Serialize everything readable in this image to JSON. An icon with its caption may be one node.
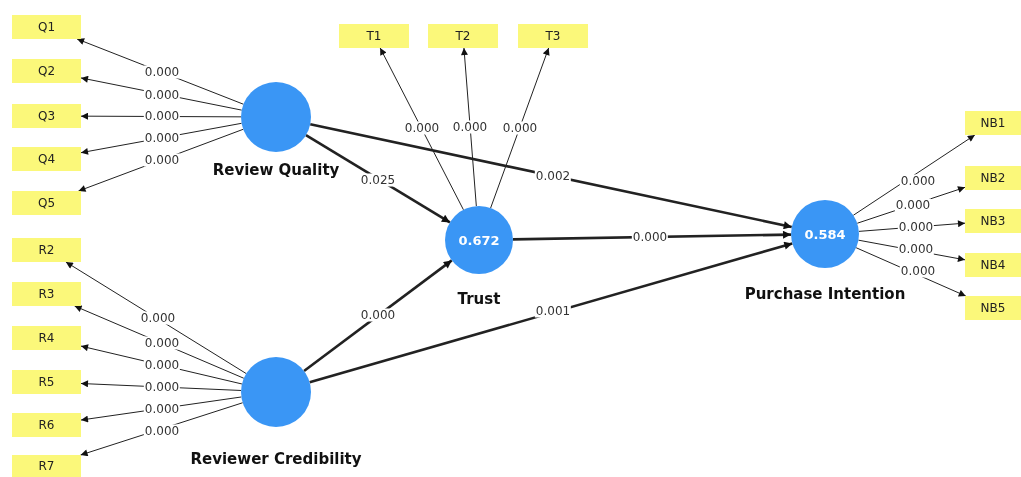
{
  "diagram": {
    "nodes": [
      {
        "text": [
          "Q1"
        ]
      },
      {
        "text": [
          "Q2"
        ]
      },
      {
        "text": [
          "Q3"
        ]
      },
      {
        "text": [
          "Q4"
        ]
      },
      {
        "text": [
          "Q5"
        ]
      },
      {
        "text": [
          "T1"
        ]
      },
      {
        "text": [
          "T2"
        ]
      },
      {
        "text": [
          "T3"
        ]
      },
      {
        "text": [],
        "shape": "circle",
        "beside": [
          "Review Quality"
        ]
      },
      {
        "text": [
          "NB1"
        ]
      },
      {
        "text": [
          "NB2"
        ]
      },
      {
        "text": [
          "NB3"
        ]
      },
      {
        "text": [
          "NB4"
        ]
      },
      {
        "text": [
          "NB5"
        ]
      },
      {
        "text": [
          "0.672"
        ],
        "beside": [
          "Trust"
        ]
      },
      {
        "text": [
          "0.584"
        ],
        "beside": [
          "Purchase Intention"
        ]
      },
      {
        "text": [
          "R2"
        ]
      },
      {
        "text": [
          "R3"
        ]
      },
      {
        "text": [
          "R4"
        ]
      },
      {
        "text": [
          "R5"
        ]
      },
      {
        "text": [
          "R6"
        ]
      },
      {
        "text": [
          "R7"
        ]
      },
      {
        "text": [],
        "shape": "circle",
        "beside": [
          "Reviewer Credibility"
        ]
      }
    ],
    "edges": [
      {
        "from": 8,
        "to": 0,
        "arrow": "to",
        "label": "0.000"
      },
      {
        "from": 8,
        "to": 1,
        "arrow": "to",
        "label": "0.000"
      },
      {
        "from": 8,
        "to": 2,
        "arrow": "to",
        "label": "0.000"
      },
      {
        "from": 8,
        "to": 3,
        "arrow": "to",
        "label": "0.000"
      },
      {
        "from": 8,
        "to": 4,
        "arrow": "to",
        "label": "0.000"
      },
      {
        "from": 14,
        "to": 5,
        "arrow": "to",
        "label": "0.000"
      },
      {
        "from": 14,
        "to": 6,
        "arrow": "to",
        "label": "0.000"
      },
      {
        "from": 14,
        "to": 7,
        "arrow": "to",
        "label": "0.000"
      },
      {
        "from": 15,
        "to": 9,
        "arrow": "to",
        "label": "0.000"
      },
      {
        "from": 15,
        "to": 10,
        "arrow": "to",
        "label": "0.000"
      },
      {
        "from": 15,
        "to": 11,
        "arrow": "to",
        "label": "0.000"
      },
      {
        "from": 15,
        "to": 12,
        "arrow": "to",
        "label": "0.000"
      },
      {
        "from": 15,
        "to": 13,
        "arrow": "to",
        "label": "0.000"
      },
      {
        "from": 22,
        "to": 16,
        "arrow": "to",
        "label": "0.000"
      },
      {
        "from": 22,
        "to": 17,
        "arrow": "to",
        "label": "0.000"
      },
      {
        "from": 22,
        "to": 18,
        "arrow": "to",
        "label": "0.000"
      },
      {
        "from": 22,
        "to": 19,
        "arrow": "to",
        "label": "0.000"
      },
      {
        "from": 22,
        "to": 20,
        "arrow": "to",
        "label": "0.000"
      },
      {
        "from": 22,
        "to": 21,
        "arrow": "to",
        "label": "0.000"
      },
      {
        "from": 8,
        "to": 14,
        "arrow": "to",
        "label": "0.025",
        "style": "thick"
      },
      {
        "from": 8,
        "to": 15,
        "arrow": "to",
        "label": "0.002",
        "style": "thick"
      },
      {
        "from": 14,
        "to": 15,
        "arrow": "to",
        "label": "0.000",
        "style": "thick"
      },
      {
        "from": 22,
        "to": 14,
        "arrow": "to",
        "label": "0.000",
        "style": "thick"
      },
      {
        "from": 22,
        "to": 15,
        "arrow": "to",
        "label": "0.001",
        "style": "thick"
      }
    ]
  }
}
